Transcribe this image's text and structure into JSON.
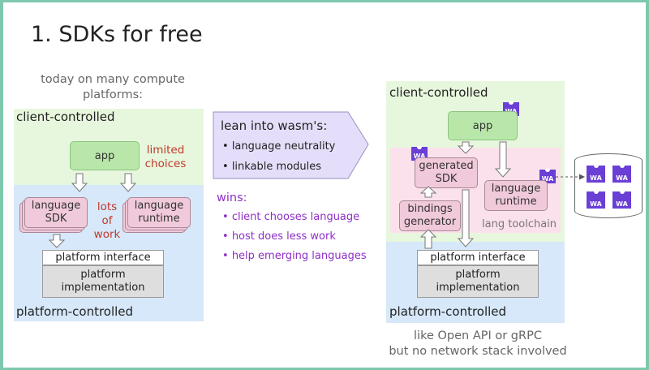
{
  "title": "1. SDKs for free",
  "left": {
    "caption_line1": "today on many compute",
    "caption_line2": "platforms:",
    "client_label": "client-controlled",
    "app": "app",
    "limited_line1": "limited",
    "limited_line2": "choices",
    "sdk_line1": "language",
    "sdk_line2": "SDK",
    "lots_line1": "lots",
    "lots_line2": "of",
    "lots_line3": "work",
    "runtime_line1": "language",
    "runtime_line2": "runtime",
    "platform_interface": "platform interface",
    "impl_line1": "platform",
    "impl_line2": "implementation",
    "platform_label": "platform-controlled"
  },
  "middle": {
    "lean_title": "lean into wasm's:",
    "lean_items": [
      "language neutrality",
      "linkable modules"
    ],
    "wins_title": "wins:",
    "wins_items": [
      "client chooses language",
      "host does less work",
      "help emerging languages"
    ]
  },
  "right": {
    "client_label": "client-controlled",
    "app": "app",
    "gen_line1": "generated",
    "gen_line2": "SDK",
    "runtime_line1": "language",
    "runtime_line2": "runtime",
    "bind_line1": "bindings",
    "bind_line2": "generator",
    "toolchain": "lang toolchain",
    "platform_interface": "platform interface",
    "impl_line1": "platform",
    "impl_line2": "implementation",
    "platform_label": "platform-controlled",
    "footer_line1": "like Open API or gRPC",
    "footer_line2": "but no network stack involved"
  },
  "wa_badge": "WA",
  "colors": {
    "accent_purple": "#6a3fd6",
    "wins_purple": "#8e2fc7",
    "limited_red": "#c0392b",
    "client_green": "#e7f7dd",
    "platform_blue": "#d6e8f9",
    "toolchain_pink": "#fbe1ec"
  }
}
